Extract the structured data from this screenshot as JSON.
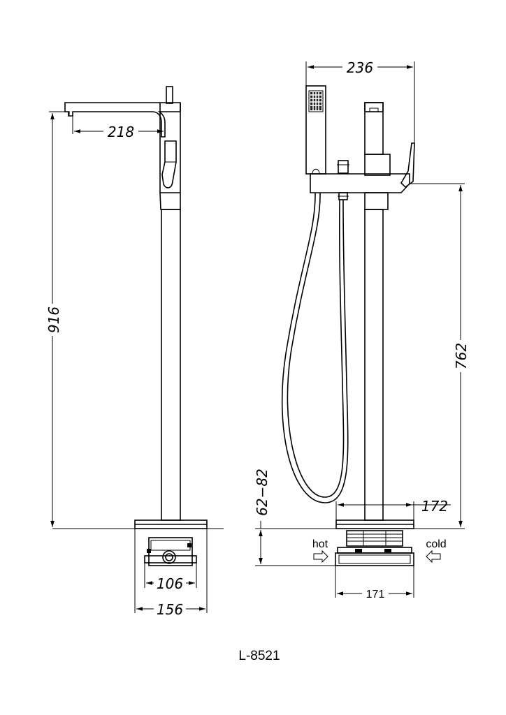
{
  "drawing": {
    "model": "L-8521",
    "side_view": {
      "spout_reach": "218",
      "total_height": "916",
      "box_inner_width": "106",
      "box_outer_width": "156"
    },
    "front_view": {
      "overall_width": "236",
      "body_height": "762",
      "floor_range": "62−82",
      "base_width": "172",
      "box_width": "171",
      "hot_label": "hot",
      "cold_label": "cold"
    }
  }
}
